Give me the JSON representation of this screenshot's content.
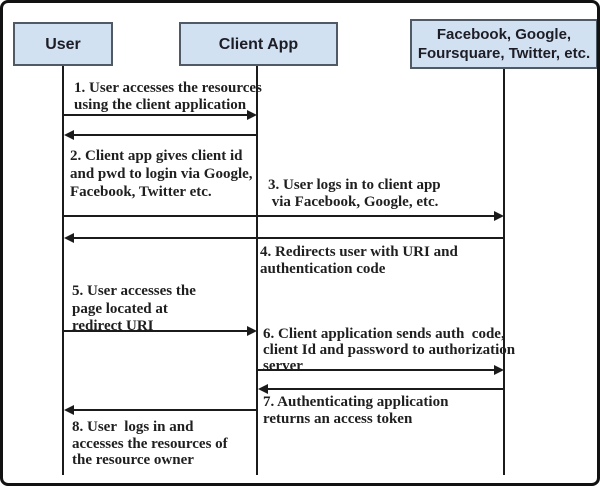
{
  "diagram": {
    "type": "sequence-diagram",
    "colors": {
      "actor_fill": "#d2e1f2",
      "actor_border": "#4f5a66",
      "line": "#1b1b1b",
      "text": "#1f1f1f",
      "background": "#ffffff"
    },
    "actors": [
      {
        "id": "user",
        "label": "User"
      },
      {
        "id": "client-app",
        "label": "Client App"
      },
      {
        "id": "auth-providers",
        "label": "Facebook, Google,\nFoursquare, Twitter, etc."
      }
    ],
    "messages": [
      {
        "step": "1",
        "from": "User",
        "to": "Client App",
        "direction": "right",
        "text": "1. User accesses the resources\nusing the client application"
      },
      {
        "step": "2",
        "from": "Client App",
        "to": "User",
        "direction": "left",
        "text": "2. Client app gives client id\nand pwd to login via Google,\nFacebook, Twitter etc."
      },
      {
        "step": "3",
        "from": "User",
        "to": "Facebook, Google, Foursquare, Twitter, etc.",
        "direction": "right",
        "text": "3. User logs in to client app\n via Facebook, Google, etc."
      },
      {
        "step": "4",
        "from": "Facebook, Google, Foursquare, Twitter, etc.",
        "to": "User",
        "direction": "left",
        "text": "4. Redirects user with URI and\nauthentication code"
      },
      {
        "step": "5",
        "from": "User",
        "to": "Client App",
        "direction": "right",
        "text": "5. User accesses the\npage located at\nredirect URI"
      },
      {
        "step": "6",
        "from": "Client App",
        "to": "Facebook, Google, Foursquare, Twitter, etc.",
        "direction": "right",
        "text": "6. Client application sends auth  code,\nclient Id and password to authorization\nserver"
      },
      {
        "step": "7",
        "from": "Facebook, Google, Foursquare, Twitter, etc.",
        "to": "Client App",
        "direction": "left",
        "text": "7. Authenticating application\nreturns an access token"
      },
      {
        "step": "8",
        "from": "Client App",
        "to": "User",
        "direction": "left",
        "text": "8. User  logs in and\naccesses the resources of\nthe resource owner"
      }
    ]
  }
}
